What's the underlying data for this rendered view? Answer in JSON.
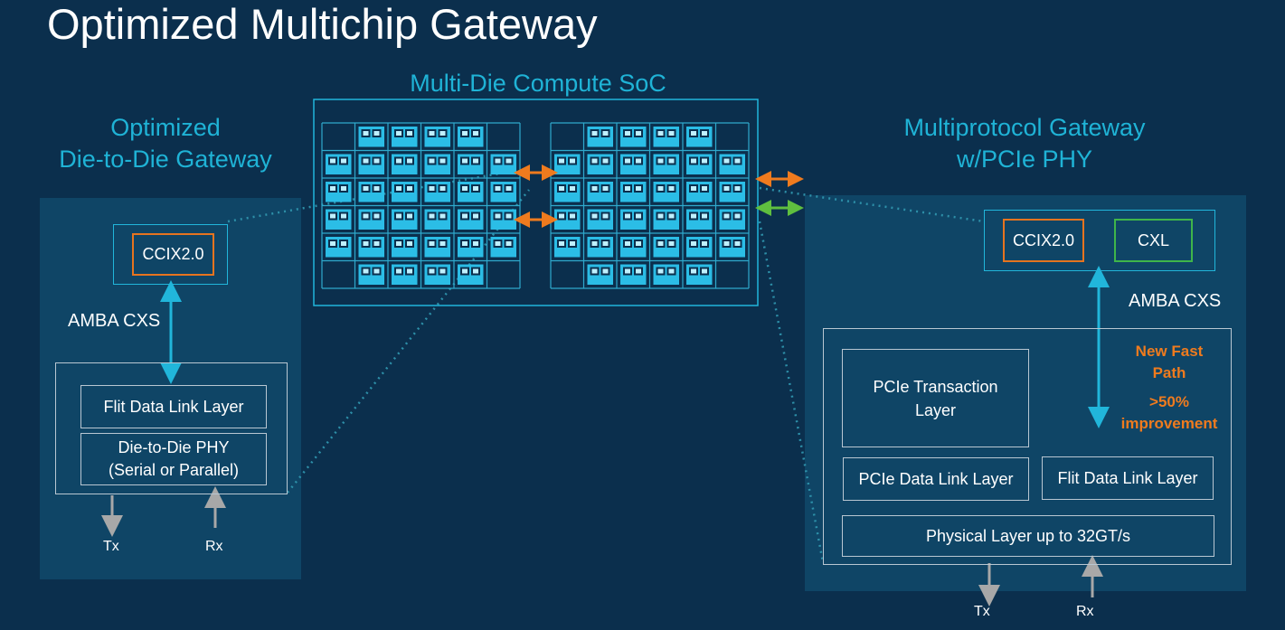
{
  "title": "Optimized Multichip Gateway",
  "center": {
    "heading": "Multi-Die Compute SoC"
  },
  "left": {
    "heading_line1": "Optimized",
    "heading_line2": "Die-to-Die Gateway",
    "ccix": "CCIX2.0",
    "amba": "AMBA CXS",
    "flit": "Flit Data Link Layer",
    "phy_line1": "Die-to-Die PHY",
    "phy_line2": "(Serial or Parallel)",
    "tx": "Tx",
    "rx": "Rx"
  },
  "right": {
    "heading_line1": "Multiprotocol Gateway",
    "heading_line2": "w/PCIe PHY",
    "ccix": "CCIX2.0",
    "cxl": "CXL",
    "amba": "AMBA CXS",
    "fast_path_line1": "New Fast",
    "fast_path_line2": "Path",
    "improvement_line1": ">50%",
    "improvement_line2": "improvement",
    "transaction_line1": "PCIe Transaction",
    "transaction_line2": "Layer",
    "pcie_dll": "PCIe Data Link Layer",
    "flit": "Flit Data Link Layer",
    "physical": "Physical Layer up to 32GT/s",
    "tx": "Tx",
    "rx": "Rx"
  },
  "colors": {
    "background": "#0b2f4d",
    "panel": "#0f4566",
    "cyan": "#1fb3d6",
    "orange": "#e6741f",
    "green": "#3fb54a"
  }
}
